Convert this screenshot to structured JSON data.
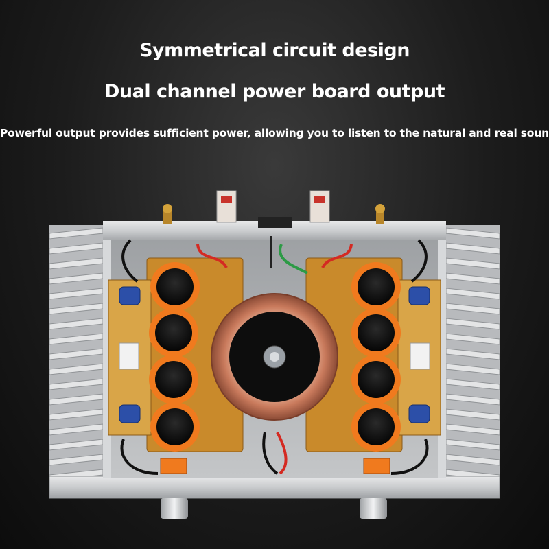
{
  "headline": "Symmetrical circuit design",
  "subheadline": "Dual channel power board output",
  "description": "Powerful output provides sufficient power, allowing you to listen to the natural and real sound",
  "colors": {
    "background": "#1c1c1c",
    "chassis": "#cfd1d3",
    "pcb": "#c98a2b",
    "capacitor": "#f07a1e",
    "transformer_winding": "#d98a6a"
  }
}
